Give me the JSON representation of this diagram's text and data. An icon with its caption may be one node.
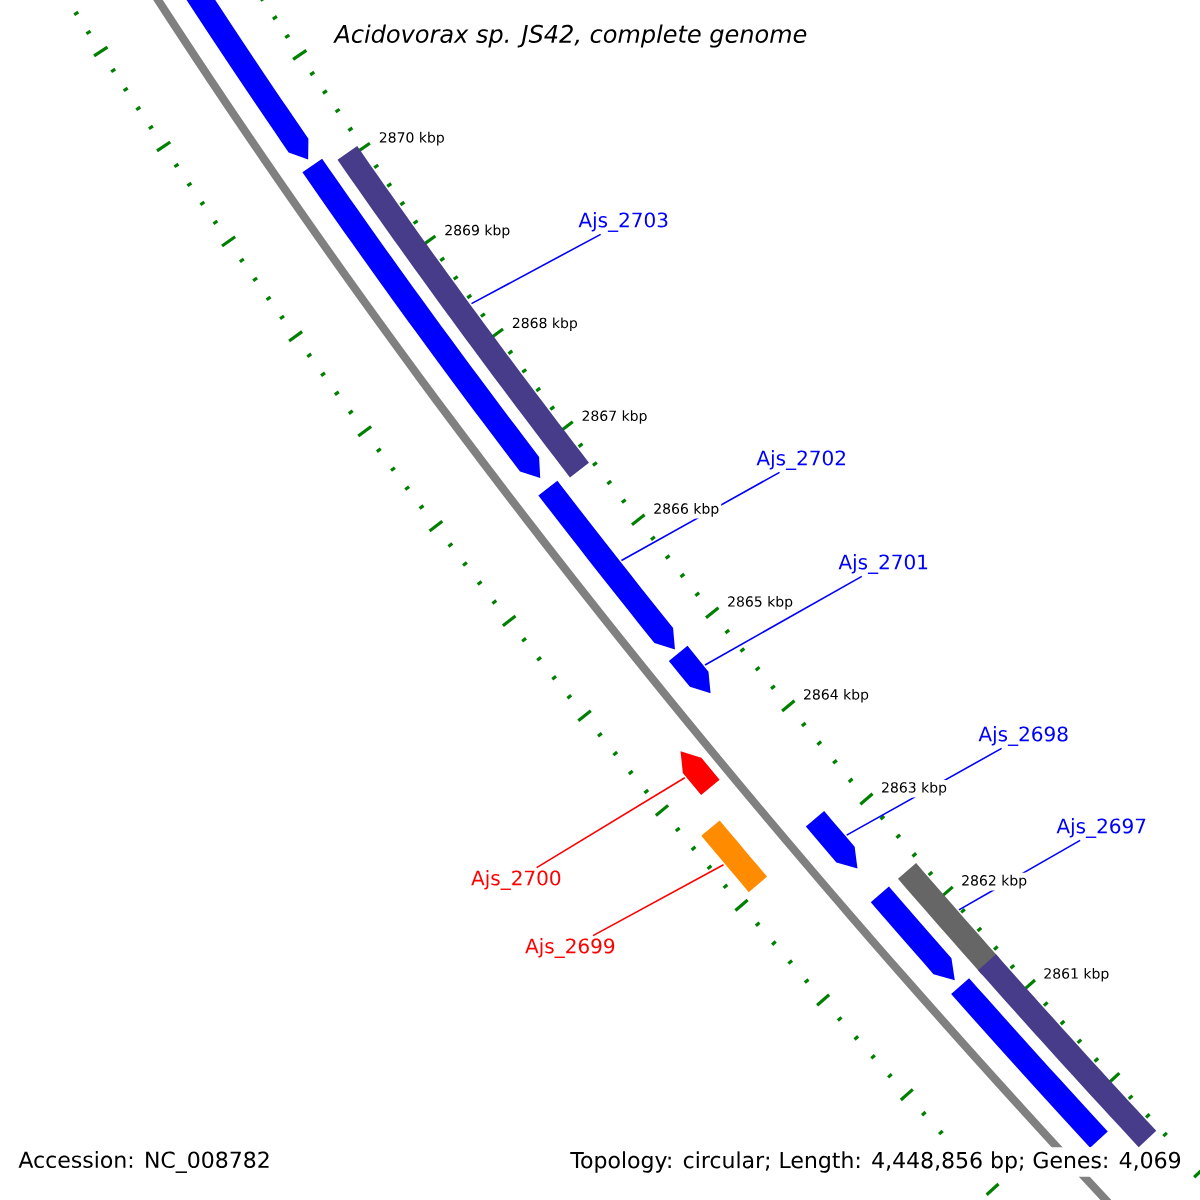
{
  "diagram": {
    "title": "Acidovorax sp. JS42, complete genome",
    "nodes": [
      {
        "text": [
          "Ajs_2703"
        ]
      },
      {
        "text": [
          "Ajs_2702"
        ]
      },
      {
        "text": [
          "Ajs_2701"
        ]
      },
      {
        "text": [
          "Ajs_2698"
        ]
      },
      {
        "text": [
          "Ajs_2697"
        ]
      },
      {
        "text": [
          "Ajs_2700"
        ]
      },
      {
        "text": [
          "Ajs_2699"
        ]
      },
      {
        "text": [],
        "shape": "bar"
      },
      {
        "text": [],
        "shape": "bar"
      },
      {
        "text": [],
        "shape": "bar"
      },
      {
        "text": [],
        "shape": "bar"
      },
      {
        "text": [],
        "shape": "bar"
      },
      {
        "text": [],
        "shape": "bar"
      },
      {
        "text": [],
        "shape": "bar"
      },
      {
        "text": [],
        "shape": "bar"
      },
      {
        "text": [],
        "shape": "bar"
      },
      {
        "text": [],
        "shape": "bar"
      },
      {
        "text": [],
        "shape": "bar"
      },
      {
        "text": [],
        "shape": "bar"
      }
    ],
    "edges": [
      {
        "from": 0,
        "to": 7,
        "arrow": "none"
      },
      {
        "from": 1,
        "to": 8,
        "arrow": "none"
      },
      {
        "from": 2,
        "to": 9,
        "arrow": "none"
      },
      {
        "from": 3,
        "to": 10,
        "arrow": "none"
      },
      {
        "from": 4,
        "to": 11,
        "arrow": "none"
      },
      {
        "from": 5,
        "to": 12,
        "arrow": "none",
        "color": "#ff0000"
      },
      {
        "from": 6,
        "to": 13,
        "arrow": "none",
        "color": "#ff0000"
      }
    ],
    "labels": [
      "2870 kbp",
      "2869 kbp",
      "2868 kbp",
      "2867 kbp",
      "2866 kbp",
      "2865 kbp",
      "2864 kbp",
      "2863 kbp",
      "2862 kbp",
      "2861 kbp",
      "Accession: NC_008782",
      "Topology: circular; Length: 4,448,856 bp; Genes: 4,069"
    ]
  }
}
